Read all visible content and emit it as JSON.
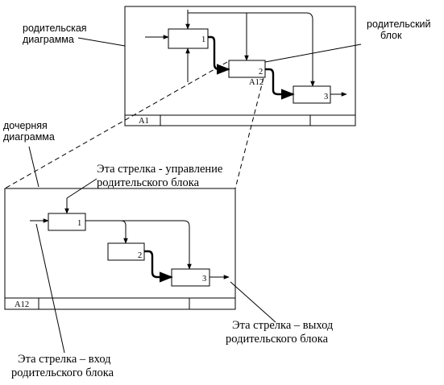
{
  "labels": {
    "parent_diagram": [
      "родительская",
      "диаграмма"
    ],
    "parent_block": [
      "родительский",
      "блок"
    ],
    "child_diagram": [
      "дочерняя",
      "диаграмма"
    ],
    "control_arrow": [
      "Эта стрелка - управление",
      "родительского блока"
    ],
    "output_arrow": [
      "Эта стрелка – выход",
      "родительского блока"
    ],
    "input_arrow": [
      "Эта стрелка – вход",
      "родительского блока"
    ]
  },
  "parent": {
    "frame_tag": "A1",
    "boxes": [
      {
        "num": "1"
      },
      {
        "num": "2",
        "tag": "A12"
      },
      {
        "num": "3"
      }
    ]
  },
  "child": {
    "frame_tag": "A12",
    "boxes": [
      {
        "num": "1"
      },
      {
        "num": "2"
      },
      {
        "num": "3"
      }
    ]
  }
}
